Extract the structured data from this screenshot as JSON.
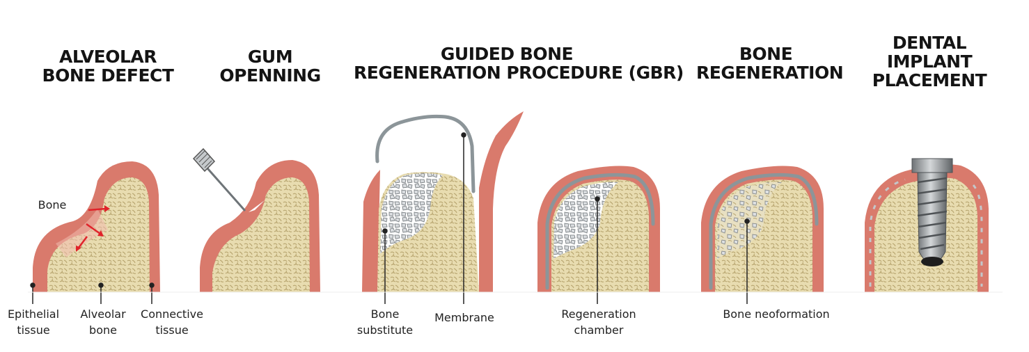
{
  "colors": {
    "gum": "#d97a6c",
    "gum_light": "#f0bcae",
    "bone": "#e8dcb0",
    "bone_pattern": "#b5a26c",
    "membrane": "#8c9599",
    "substitute": "#e6e8ea",
    "arrow": "#e0232a",
    "implant": "#a9adb0"
  },
  "stages": [
    {
      "title_lines": [
        "ALVEOLAR",
        "BONE DEFECT"
      ]
    },
    {
      "title_lines": [
        "GUM",
        "OPENNING"
      ]
    },
    {
      "title_lines": [
        "GUIDED BONE",
        "REGENERATION PROCEDURE (GBR)"
      ]
    },
    {
      "title_lines": [
        "BONE",
        "REGENERATION"
      ]
    },
    {
      "title_lines": [
        "DENTAL",
        "IMPLANT",
        "PLACEMENT"
      ]
    }
  ],
  "labels": {
    "bone": "Bone",
    "epithelial": [
      "Epithelial",
      "tissue"
    ],
    "alveolar": [
      "Alveolar",
      "bone"
    ],
    "connective": [
      "Connective",
      "tissue"
    ],
    "bone_substitute": [
      "Bone",
      "substitute"
    ],
    "membrane": "Membrane",
    "regeneration_chamber": [
      "Regeneration",
      "chamber"
    ],
    "bone_neoformation": "Bone neoformation"
  },
  "icons": [
    "scalpel-icon",
    "defect-arrow-icon",
    "dental-implant-icon"
  ]
}
